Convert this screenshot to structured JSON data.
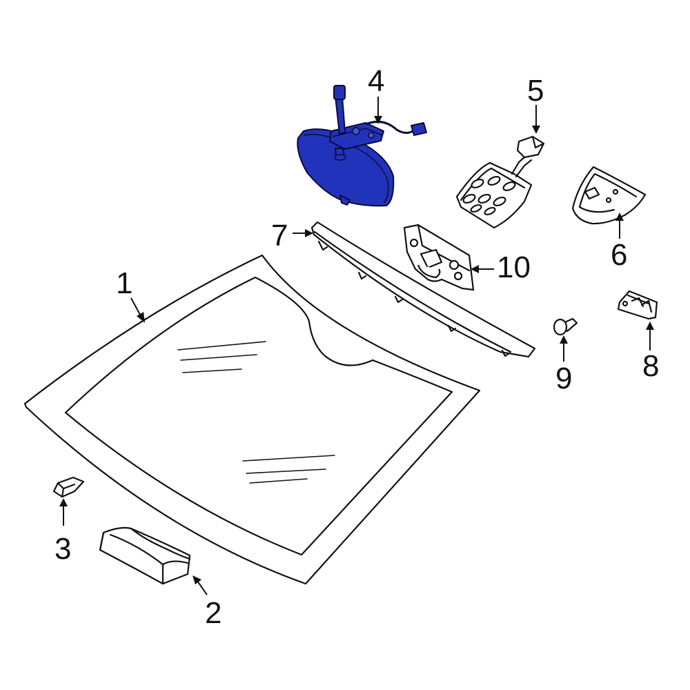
{
  "diagram": {
    "highlight_color": "#2233bb",
    "line_color": "#111111",
    "background": "#ffffff",
    "callouts": [
      {
        "id": "1",
        "label": "1",
        "part": "windshield"
      },
      {
        "id": "2",
        "label": "2",
        "part": "cowl-block"
      },
      {
        "id": "3",
        "label": "3",
        "part": "clip"
      },
      {
        "id": "4",
        "label": "4",
        "part": "rear-view-mirror"
      },
      {
        "id": "5",
        "label": "5",
        "part": "sensor"
      },
      {
        "id": "6",
        "label": "6",
        "part": "cover"
      },
      {
        "id": "7",
        "label": "7",
        "part": "upper-molding"
      },
      {
        "id": "8",
        "label": "8",
        "part": "retainer"
      },
      {
        "id": "9",
        "label": "9",
        "part": "pin"
      },
      {
        "id": "10",
        "label": "10",
        "part": "bracket"
      }
    ]
  }
}
